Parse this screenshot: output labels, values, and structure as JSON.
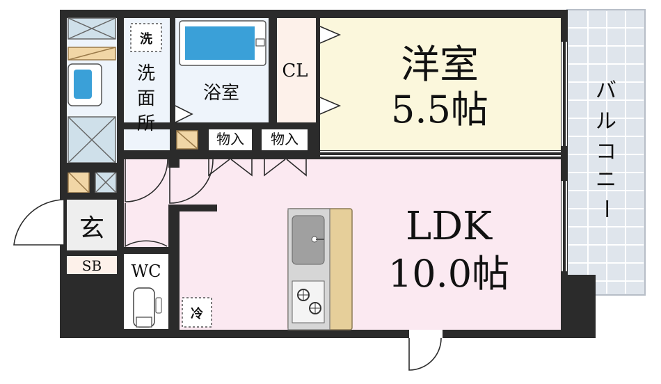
{
  "rooms": {
    "western_room_name": "洋室",
    "western_room_size": "5.5帖",
    "ldk_name": "LDK",
    "ldk_size": "10.0帖",
    "bath": "浴室",
    "closet": "CL",
    "washroom_1": "洗",
    "washroom_2": "面",
    "washroom_3": "所",
    "storage_1": "物入",
    "storage_2": "物入",
    "entrance": "玄",
    "shoe_box": "SB",
    "toilet": "WC",
    "balcony_1": "バ",
    "balcony_2": "ル",
    "balcony_3": "コ",
    "balcony_4": "ニ",
    "balcony_5": "ー"
  },
  "fixtures": {
    "washer_mark": "洗",
    "fridge_mark": "冷"
  },
  "colors": {
    "wall": "#2b2b2b",
    "ldk_floor": "#fbe9f1",
    "western_floor": "#fbf7dc",
    "wet_floor": "#eef4fb",
    "closet_floor": "#fdf1ea",
    "balcony": "#dfe5ec",
    "counter": "#e6cf9a",
    "tub": "#3aa0d8"
  }
}
